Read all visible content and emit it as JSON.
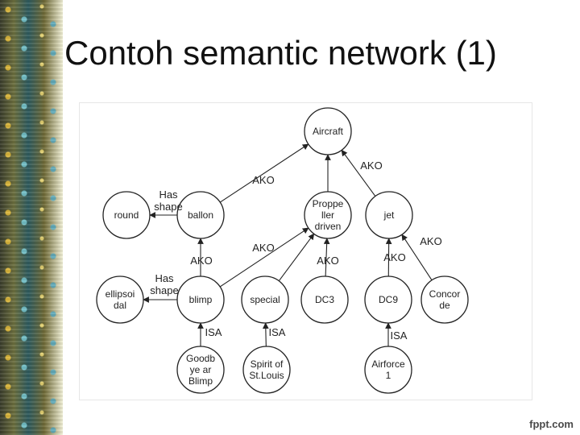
{
  "title": "Contoh semantic network (1)",
  "footer": "fppt.com",
  "nodes": {
    "aircraft": [
      "Aircraft"
    ],
    "round": [
      "round"
    ],
    "ballon": [
      "ballon"
    ],
    "propeller": [
      "Proppe",
      "ller",
      "driven"
    ],
    "jet": [
      "jet"
    ],
    "ellipsoidal": [
      "ellipsoi",
      "dal"
    ],
    "blimp": [
      "blimp"
    ],
    "special": [
      "special"
    ],
    "dc3": [
      "DC3"
    ],
    "dc9": [
      "DC9"
    ],
    "concorde": [
      "Concor",
      "de"
    ],
    "goodbye": [
      "Goodb",
      "ye ar",
      "Blimp"
    ],
    "spirit": [
      "Spirit of",
      "St.Louis"
    ],
    "airforce": [
      "Airforce",
      "1"
    ]
  },
  "edge_labels": {
    "ako_ballon_aircraft": "AKO",
    "ako_jet_aircraft": "AKO",
    "has_shape_top": [
      "Has",
      "shape"
    ],
    "ako_blimp_ballon": "AKO",
    "ako_special_propeller": "AKO",
    "ako_dc3_propeller": "AKO",
    "ako_dc9_jet": "AKO",
    "ako_concorde_jet": "AKO",
    "has_shape_bottom": [
      "Has",
      "shape"
    ],
    "isa_goodbye": "ISA",
    "isa_spirit": "ISA",
    "isa_airforce": "ISA"
  }
}
